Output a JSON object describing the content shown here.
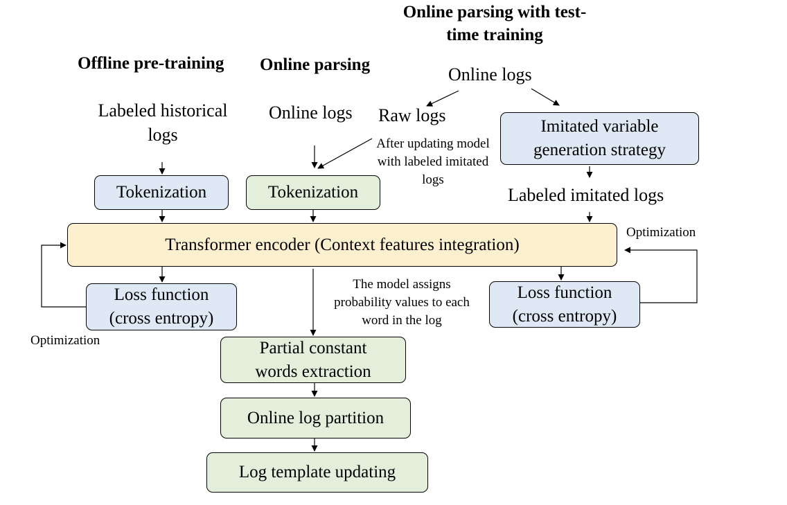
{
  "headers": {
    "offline": "Offline pre-training",
    "online": "Online parsing",
    "ttt_line1": "Online parsing with test-",
    "ttt_line2": "time training"
  },
  "labels": {
    "labeled_historical_1": "Labeled historical",
    "labeled_historical_2": "logs",
    "online_logs_mid": "Online logs",
    "online_logs_top": "Online logs",
    "raw_logs": "Raw logs",
    "after_update_1": "After updating model",
    "after_update_2": "with labeled imitated",
    "after_update_3": "logs",
    "labeled_imitated": "Labeled imitated logs",
    "optimization_right": "Optimization",
    "optimization_left": "Optimization",
    "assigns_1": "The model assigns",
    "assigns_2": "probability values to each",
    "assigns_3": "word in the log"
  },
  "boxes": {
    "tokenization_offline": "Tokenization",
    "tokenization_online": "Tokenization",
    "imitated_1": "Imitated variable",
    "imitated_2": "generation strategy",
    "encoder": "Transformer encoder (Context features integration)",
    "loss_left_1": "Loss function",
    "loss_left_2": "(cross entropy)",
    "loss_right_1": "Loss function",
    "loss_right_2": "(cross entropy)",
    "partial_1": "Partial constant",
    "partial_2": "words extraction",
    "partition": "Online log partition",
    "template": "Log template updating"
  },
  "colors": {
    "blue_fill": "#dee9f5",
    "green_fill": "#e3eedb",
    "yellow_fill": "#fdf0cf"
  }
}
